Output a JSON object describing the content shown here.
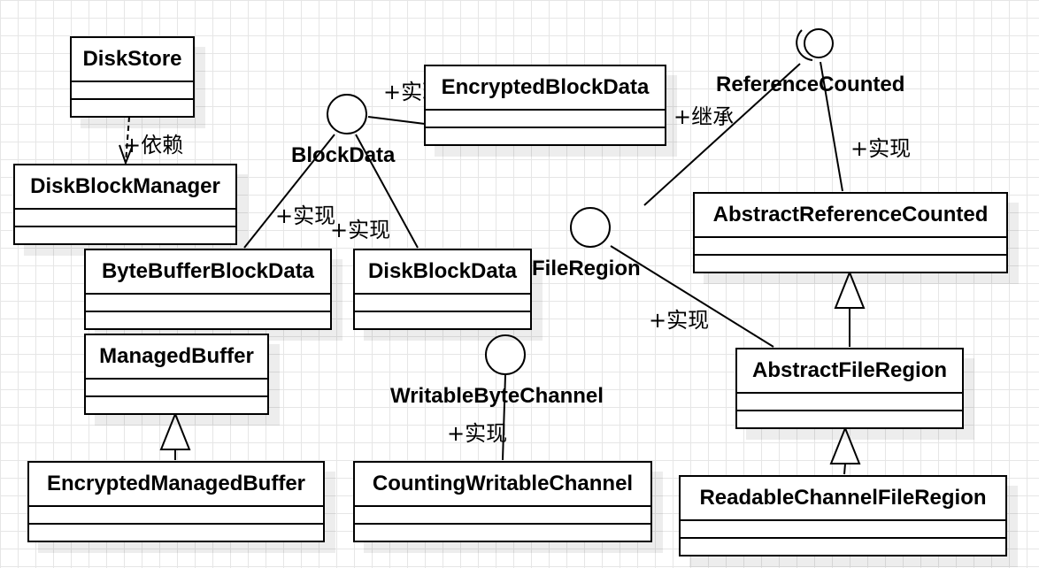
{
  "classes": {
    "disk_store": "DiskStore",
    "disk_block_manager": "DiskBlockManager",
    "encrypted_block_data": "EncryptedBlockData",
    "byte_buffer_block_data": "ByteBufferBlockData",
    "disk_block_data": "DiskBlockData",
    "managed_buffer": "ManagedBuffer",
    "encrypted_managed_buffer": "EncryptedManagedBuffer",
    "counting_writable_channel": "CountingWritableChannel",
    "abstract_reference_counted": "AbstractReferenceCounted",
    "abstract_file_region": "AbstractFileRegion",
    "readable_channel_file_region": "ReadableChannelFileRegion"
  },
  "interfaces": {
    "block_data": "BlockData",
    "reference_counted": "ReferenceCounted",
    "file_region": "FileRegion",
    "writable_byte_channel": "WritableByteChannel"
  },
  "relations": {
    "depends": "+依赖",
    "implements": "+实现",
    "extends": "+继承"
  }
}
